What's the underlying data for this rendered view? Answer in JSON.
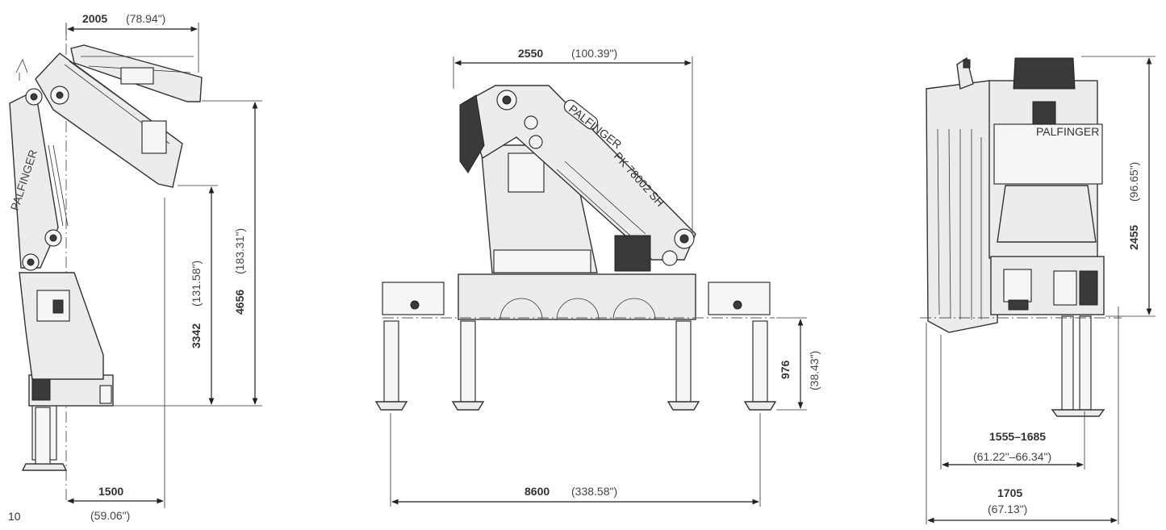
{
  "page_number": "10",
  "brand_label": "PALFINGER",
  "model_label": "PK 78002 SH",
  "side_view": {
    "reach_width": {
      "mm": "2005",
      "in": "(78.94\")"
    },
    "hook_height": {
      "mm": "3342",
      "in": "(131.58\")"
    },
    "total_height": {
      "mm": "4656",
      "in": "(183.31\")"
    },
    "base_offset": {
      "mm": "1500",
      "in": "(59.06\")"
    }
  },
  "front_view": {
    "crane_width": {
      "mm": "2550",
      "in": "(100.39\")"
    },
    "outrigger_height": {
      "mm": "976",
      "in": "(38.43\")"
    },
    "outrigger_spread": {
      "mm": "8600",
      "in": "(338.58\")"
    }
  },
  "rear_view": {
    "folded_height": {
      "mm": "2455",
      "in": "(96.65\")"
    },
    "support_range": {
      "mm": "1555–1685",
      "in": "(61.22\"–66.34\")"
    },
    "overall_width": {
      "mm": "1705",
      "in": "(67.13\")"
    }
  }
}
